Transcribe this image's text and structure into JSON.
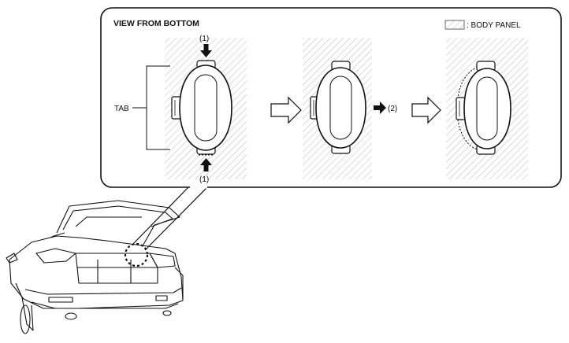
{
  "callout": {
    "title": "VIEW FROM BOTTOM",
    "legend_label": ": BODY PANEL"
  },
  "labels": {
    "tab": "TAB",
    "arrow_1_top": "(1)",
    "arrow_1_bottom": "(1)",
    "arrow_2": "(2)"
  },
  "colors": {
    "line": "#111111",
    "hatch": "#b8b8b8",
    "background": "#ffffff"
  }
}
